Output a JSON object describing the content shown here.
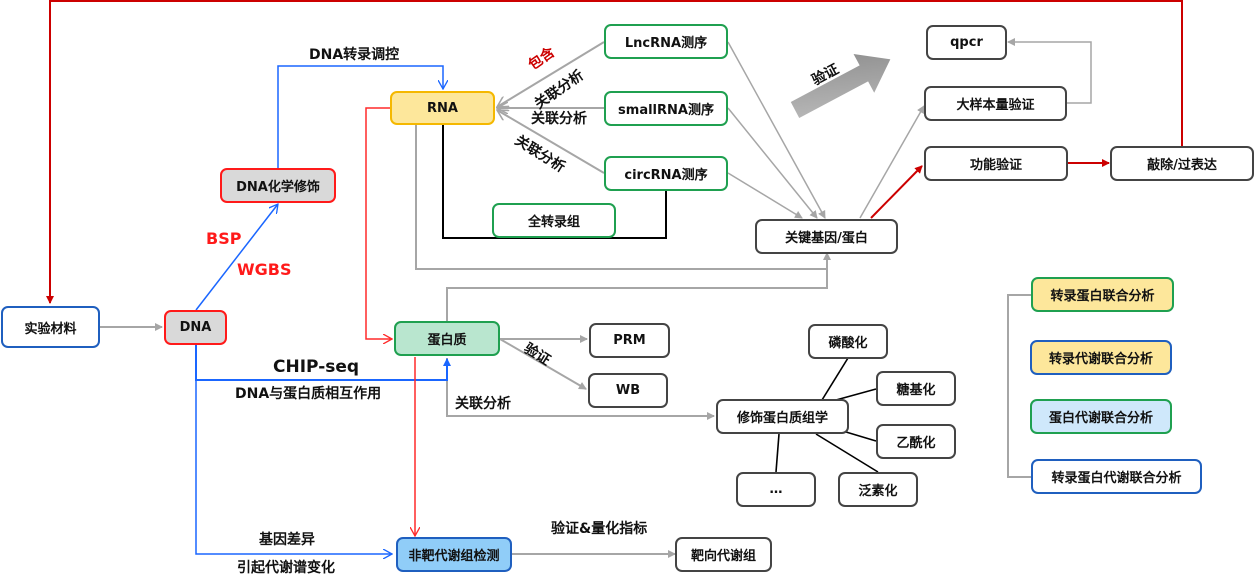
{
  "nodes": {
    "shiyan_cailiao": "实验材料",
    "dna": "DNA",
    "dna_mod": "DNA化学修饰",
    "rna": "RNA",
    "lncrna": "LncRNA测序",
    "smallrna": "smallRNA测序",
    "circrna": "circRNA测序",
    "full_transcriptome": "全转录组",
    "key_gene": "关键基因/蛋白",
    "qpcr": "qpcr",
    "large_sample": "大样本量验证",
    "function_verify": "功能验证",
    "knockout": "敲除/过表达",
    "protein": "蛋白质",
    "prm": "PRM",
    "wb": "WB",
    "mod_proteomics": "修饰蛋白质组学",
    "phospho": "磷酸化",
    "glyco": "糖基化",
    "acetyl": "乙酰化",
    "ubiq": "泛素化",
    "ellipsis": "…",
    "untargeted": "非靶代谢组检测",
    "targeted": "靶向代谢组",
    "combo_tp": "转录蛋白联合分析",
    "combo_tm": "转录代谢联合分析",
    "combo_pm": "蛋白代谢联合分析",
    "combo_tpm": "转录蛋白代谢联合分析"
  },
  "labels": {
    "dna_transcription_reg": "DNA转录调控",
    "contains": "包含",
    "assoc1": "关联分析",
    "assoc2": "关联分析",
    "assoc3": "关联分析",
    "verify_arrow": "验证",
    "bsp": "BSP",
    "wgbs": "WGBS",
    "chipseq": "CHIP-seq",
    "dna_protein": "DNA与蛋白质相互作用",
    "verify_protein": "验证",
    "assoc_protein": "关联分析",
    "gene_diff": "基因差异",
    "metab_change": "引起代谢谱变化",
    "verify_quant": "验证&量化指标"
  },
  "colors": {
    "red": "#cc0000",
    "bright_red": "#ff2a2a",
    "blue": "#1a66ff",
    "gray": "#a6a6a6",
    "black": "#000000"
  }
}
